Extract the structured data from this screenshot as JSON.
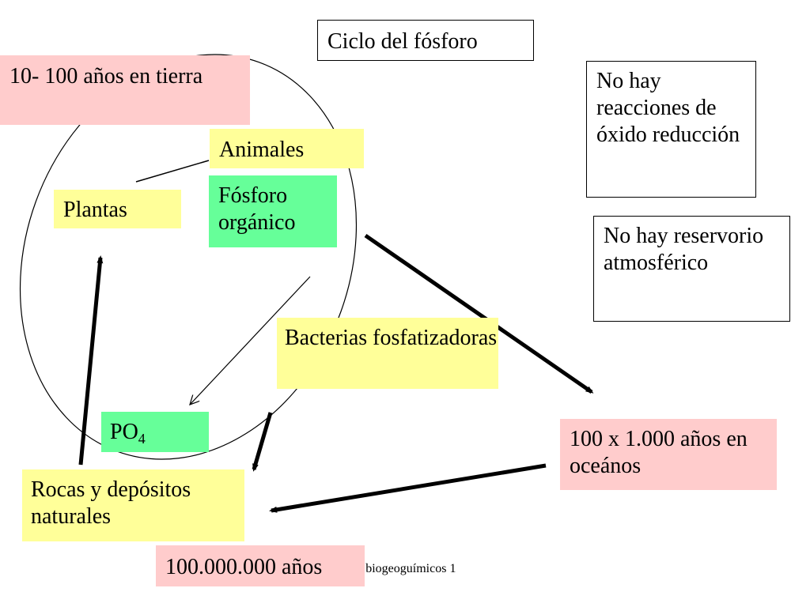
{
  "title": "Ciclo del fósforo",
  "time_land": "10- 100 años en tierra",
  "animals": "Animales",
  "plants": "Plantas",
  "organic_phosphorus": "Fósforo orgánico",
  "bacteria": "Bacterias fosfatizadoras",
  "phosphate": {
    "base": "PO",
    "sub": "4"
  },
  "rocks": "Rocas y depósitos naturales",
  "time_rocks": "100.000.000 años",
  "time_oceans": "100 x 1.000 años en oceános",
  "note_redox": "No hay reacciones de óxido reducción",
  "note_reservoir": "No hay reservorio atmosférico",
  "footer": "s biogeoguímicos 1",
  "colors": {
    "yellow": "#ffff99",
    "pink": "#ffcccc",
    "green": "#66ff99"
  }
}
